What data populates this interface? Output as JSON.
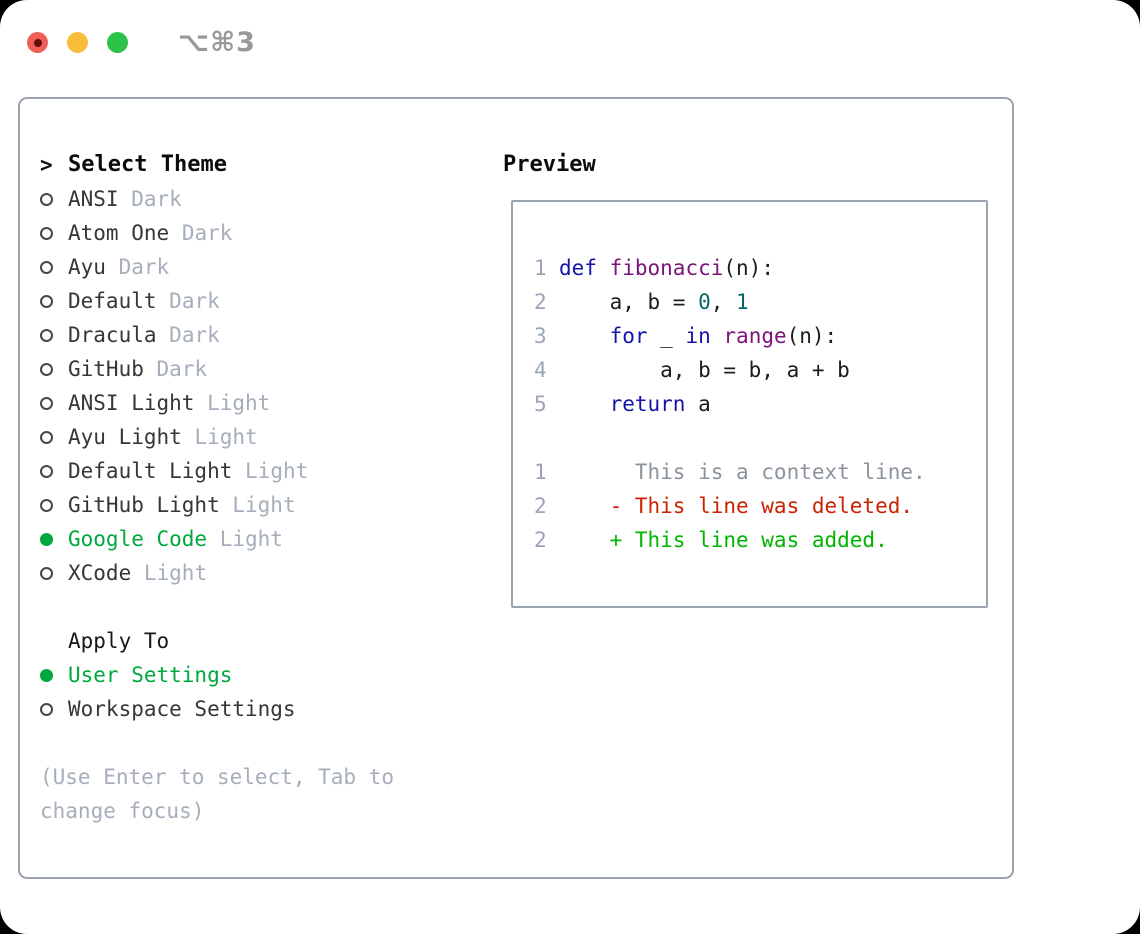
{
  "titlebar": {
    "title": "⌥⌘3",
    "buttons": [
      {
        "name": "close-button",
        "color": "#f05f57"
      },
      {
        "name": "minimize-button",
        "color": "#f8bd3b"
      },
      {
        "name": "zoom-button",
        "color": "#2cc24a"
      }
    ]
  },
  "theme_panel": {
    "prompt": ">",
    "title": "Select Theme",
    "themes": [
      {
        "name": "ANSI",
        "tag": "Dark",
        "selected": false
      },
      {
        "name": "Atom One",
        "tag": "Dark",
        "selected": false
      },
      {
        "name": "Ayu",
        "tag": "Dark",
        "selected": false
      },
      {
        "name": "Default",
        "tag": "Dark",
        "selected": false
      },
      {
        "name": "Dracula",
        "tag": "Dark",
        "selected": false
      },
      {
        "name": "GitHub",
        "tag": "Dark",
        "selected": false
      },
      {
        "name": "ANSI Light",
        "tag": "Light",
        "selected": false
      },
      {
        "name": "Ayu Light",
        "tag": "Light",
        "selected": false
      },
      {
        "name": "Default Light",
        "tag": "Light",
        "selected": false
      },
      {
        "name": "GitHub Light",
        "tag": "Light",
        "selected": false
      },
      {
        "name": "Google Code",
        "tag": "Light",
        "selected": true
      },
      {
        "name": "XCode",
        "tag": "Light",
        "selected": false
      }
    ],
    "apply_to": {
      "title": "Apply To",
      "options": [
        {
          "label": "User Settings",
          "selected": true
        },
        {
          "label": "Workspace Settings",
          "selected": false
        }
      ]
    },
    "hint": "(Use Enter to select, Tab to change focus)"
  },
  "preview": {
    "title": "Preview",
    "code_lines": [
      {
        "num": "1",
        "tokens": [
          [
            "def",
            "kwd"
          ],
          [
            " ",
            "pln"
          ],
          [
            "fibonacci",
            "typ"
          ],
          [
            "(n):",
            "pln"
          ]
        ]
      },
      {
        "num": "2",
        "tokens": [
          [
            "    a, b = ",
            "pln"
          ],
          [
            "0",
            "lit"
          ],
          [
            ", ",
            "pln"
          ],
          [
            "1",
            "lit"
          ]
        ]
      },
      {
        "num": "3",
        "tokens": [
          [
            "    ",
            "pln"
          ],
          [
            "for",
            "kwd"
          ],
          [
            " _ ",
            "pln"
          ],
          [
            "in",
            "kwd"
          ],
          [
            " ",
            "pln"
          ],
          [
            "range",
            "typ"
          ],
          [
            "(n):",
            "pln"
          ]
        ]
      },
      {
        "num": "4",
        "tokens": [
          [
            "        a, b = b, a + b",
            "pln"
          ]
        ]
      },
      {
        "num": "5",
        "tokens": [
          [
            "    ",
            "pln"
          ],
          [
            "return",
            "kwd"
          ],
          [
            " a",
            "pln"
          ]
        ]
      }
    ],
    "diff_lines": [
      {
        "num": "1",
        "kind": "context",
        "text": "      This is a context line."
      },
      {
        "num": "2",
        "kind": "deleted",
        "text": "    - This line was deleted."
      },
      {
        "num": "2",
        "kind": "added",
        "text": "    + This line was added."
      }
    ]
  },
  "colors": {
    "selection_green": "#00a83e",
    "diff_added_green": "#00b400",
    "diff_deleted_red": "#cc2200",
    "diff_context_gray": "#8b939c",
    "keyword_blue": "#1414a8",
    "type_purple": "#7c127c",
    "literal_teal": "#0a6666",
    "tag_gray": "#a6aebb",
    "line_number_gray": "#9aa4b4",
    "panel_border": "#9aa2ae",
    "traffic_red": "#f05f57",
    "traffic_yellow": "#f8bd3b",
    "traffic_green": "#2cc24a",
    "title_gray": "#97979c"
  }
}
